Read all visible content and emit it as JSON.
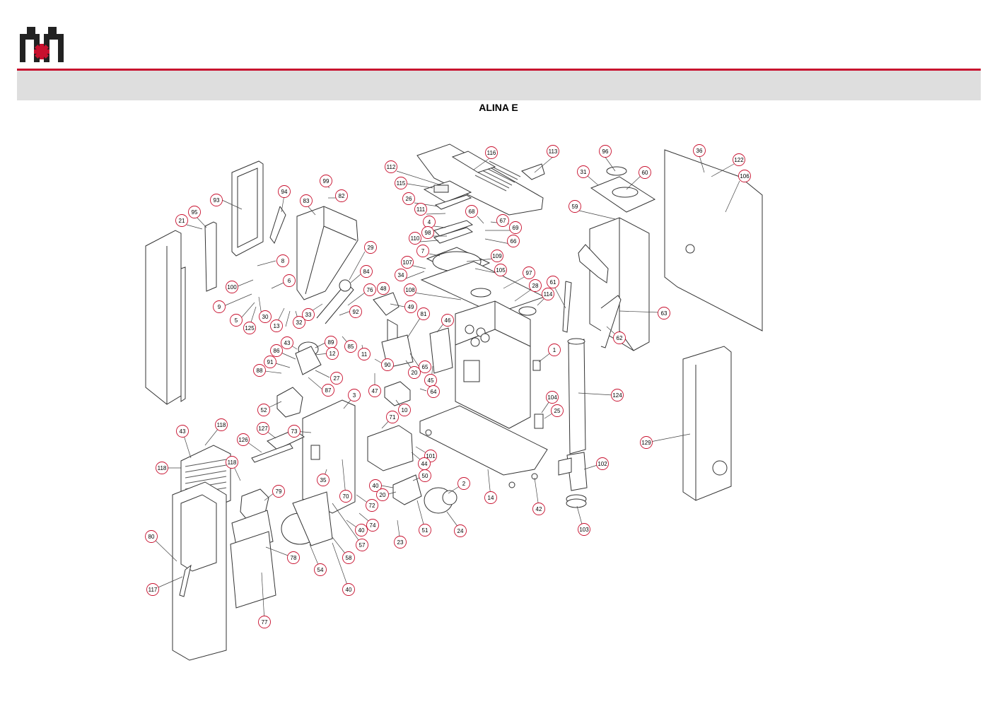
{
  "header": {
    "title": "ALINA E",
    "brand_color": "#c8102e",
    "band_color": "#dedede"
  },
  "logo": {
    "icon": "brand-logo-icon"
  },
  "callouts": [
    "116",
    "113",
    "112",
    "115",
    "26",
    "111",
    "68",
    "67",
    "4",
    "98",
    "69",
    "110",
    "66",
    "7",
    "109",
    "107",
    "105",
    "34",
    "97",
    "108",
    "28",
    "114",
    "96",
    "31",
    "60",
    "59",
    "61",
    "63",
    "62",
    "36",
    "122",
    "106",
    "99",
    "82",
    "94",
    "93",
    "83",
    "95",
    "21",
    "8",
    "29",
    "84",
    "100",
    "6",
    "76",
    "48",
    "9",
    "30",
    "92",
    "49",
    "5",
    "125",
    "13",
    "32",
    "33",
    "81",
    "46",
    "43",
    "89",
    "85",
    "11",
    "12",
    "86",
    "91",
    "88",
    "27",
    "87",
    "90",
    "65",
    "20",
    "45",
    "47",
    "64",
    "10",
    "1",
    "124",
    "104",
    "25",
    "52",
    "3",
    "73",
    "71",
    "43",
    "118",
    "127",
    "126",
    "118",
    "118",
    "101",
    "44",
    "50",
    "40",
    "20",
    "2",
    "14",
    "42",
    "102",
    "129",
    "79",
    "35",
    "70",
    "72",
    "40",
    "74",
    "57",
    "80",
    "78",
    "58",
    "54",
    "40",
    "23",
    "51",
    "24",
    "103",
    "117",
    "77"
  ]
}
